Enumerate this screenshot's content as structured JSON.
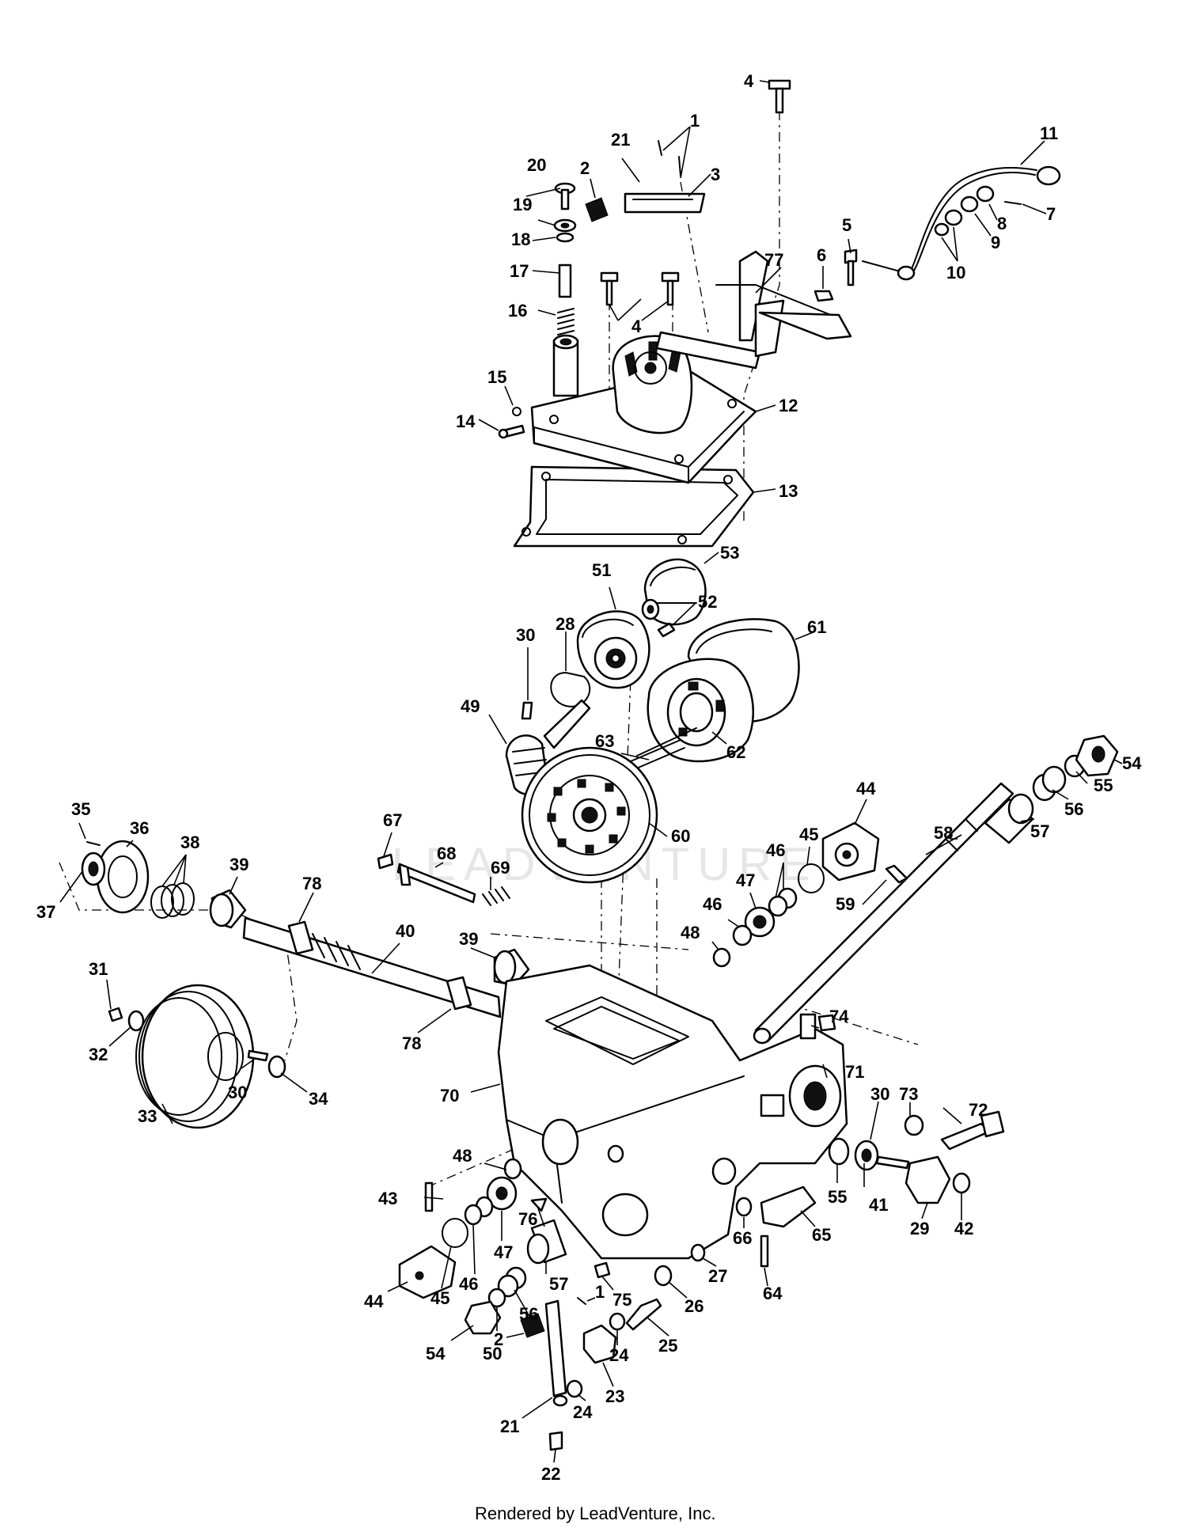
{
  "watermark": "LEADVENTURE",
  "footer": "Rendered by LeadVenture, Inc.",
  "callouts": [
    {
      "id": "c1a",
      "text": "1"
    },
    {
      "id": "c1b",
      "text": "1"
    },
    {
      "id": "c2a",
      "text": "2"
    },
    {
      "id": "c2b",
      "text": "2"
    },
    {
      "id": "c3",
      "text": "3"
    },
    {
      "id": "c4a",
      "text": "4"
    },
    {
      "id": "c4b",
      "text": "4"
    },
    {
      "id": "c5",
      "text": "5"
    },
    {
      "id": "c6",
      "text": "6"
    },
    {
      "id": "c7",
      "text": "7"
    },
    {
      "id": "c8",
      "text": "8"
    },
    {
      "id": "c9",
      "text": "9"
    },
    {
      "id": "c10",
      "text": "10"
    },
    {
      "id": "c11",
      "text": "11"
    },
    {
      "id": "c12",
      "text": "12"
    },
    {
      "id": "c13",
      "text": "13"
    },
    {
      "id": "c14",
      "text": "14"
    },
    {
      "id": "c15",
      "text": "15"
    },
    {
      "id": "c16",
      "text": "16"
    },
    {
      "id": "c17",
      "text": "17"
    },
    {
      "id": "c18",
      "text": "18"
    },
    {
      "id": "c19",
      "text": "19"
    },
    {
      "id": "c20",
      "text": "20"
    },
    {
      "id": "c21a",
      "text": "21"
    },
    {
      "id": "c21b",
      "text": "21"
    },
    {
      "id": "c22",
      "text": "22"
    },
    {
      "id": "c23",
      "text": "23"
    },
    {
      "id": "c24a",
      "text": "24"
    },
    {
      "id": "c24b",
      "text": "24"
    },
    {
      "id": "c25",
      "text": "25"
    },
    {
      "id": "c26",
      "text": "26"
    },
    {
      "id": "c27",
      "text": "27"
    },
    {
      "id": "c28",
      "text": "28"
    },
    {
      "id": "c29",
      "text": "29"
    },
    {
      "id": "c30a",
      "text": "30"
    },
    {
      "id": "c30b",
      "text": "30"
    },
    {
      "id": "c30c",
      "text": "30"
    },
    {
      "id": "c31",
      "text": "31"
    },
    {
      "id": "c32",
      "text": "32"
    },
    {
      "id": "c33",
      "text": "33"
    },
    {
      "id": "c34",
      "text": "34"
    },
    {
      "id": "c35",
      "text": "35"
    },
    {
      "id": "c36",
      "text": "36"
    },
    {
      "id": "c37",
      "text": "37"
    },
    {
      "id": "c38",
      "text": "38"
    },
    {
      "id": "c39a",
      "text": "39"
    },
    {
      "id": "c39b",
      "text": "39"
    },
    {
      "id": "c40",
      "text": "40"
    },
    {
      "id": "c41",
      "text": "41"
    },
    {
      "id": "c42",
      "text": "42"
    },
    {
      "id": "c43",
      "text": "43"
    },
    {
      "id": "c44a",
      "text": "44"
    },
    {
      "id": "c44b",
      "text": "44"
    },
    {
      "id": "c45a",
      "text": "45"
    },
    {
      "id": "c45b",
      "text": "45"
    },
    {
      "id": "c46a",
      "text": "46"
    },
    {
      "id": "c46b",
      "text": "46"
    },
    {
      "id": "c46c",
      "text": "46"
    },
    {
      "id": "c47a",
      "text": "47"
    },
    {
      "id": "c47b",
      "text": "47"
    },
    {
      "id": "c48a",
      "text": "48"
    },
    {
      "id": "c48b",
      "text": "48"
    },
    {
      "id": "c49",
      "text": "49"
    },
    {
      "id": "c50",
      "text": "50"
    },
    {
      "id": "c51",
      "text": "51"
    },
    {
      "id": "c52",
      "text": "52"
    },
    {
      "id": "c53",
      "text": "53"
    },
    {
      "id": "c54a",
      "text": "54"
    },
    {
      "id": "c54b",
      "text": "54"
    },
    {
      "id": "c55a",
      "text": "55"
    },
    {
      "id": "c55b",
      "text": "55"
    },
    {
      "id": "c56a",
      "text": "56"
    },
    {
      "id": "c56b",
      "text": "56"
    },
    {
      "id": "c57a",
      "text": "57"
    },
    {
      "id": "c57b",
      "text": "57"
    },
    {
      "id": "c58",
      "text": "58"
    },
    {
      "id": "c59",
      "text": "59"
    },
    {
      "id": "c60",
      "text": "60"
    },
    {
      "id": "c61",
      "text": "61"
    },
    {
      "id": "c62",
      "text": "62"
    },
    {
      "id": "c63",
      "text": "63"
    },
    {
      "id": "c64",
      "text": "64"
    },
    {
      "id": "c65",
      "text": "65"
    },
    {
      "id": "c66",
      "text": "66"
    },
    {
      "id": "c67",
      "text": "67"
    },
    {
      "id": "c68",
      "text": "68"
    },
    {
      "id": "c69",
      "text": "69"
    },
    {
      "id": "c70",
      "text": "70"
    },
    {
      "id": "c71",
      "text": "71"
    },
    {
      "id": "c72",
      "text": "72"
    },
    {
      "id": "c73",
      "text": "73"
    },
    {
      "id": "c74",
      "text": "74"
    },
    {
      "id": "c75",
      "text": "75"
    },
    {
      "id": "c76",
      "text": "76"
    },
    {
      "id": "c77",
      "text": "77"
    },
    {
      "id": "c78a",
      "text": "78"
    },
    {
      "id": "c78b",
      "text": "78"
    }
  ]
}
